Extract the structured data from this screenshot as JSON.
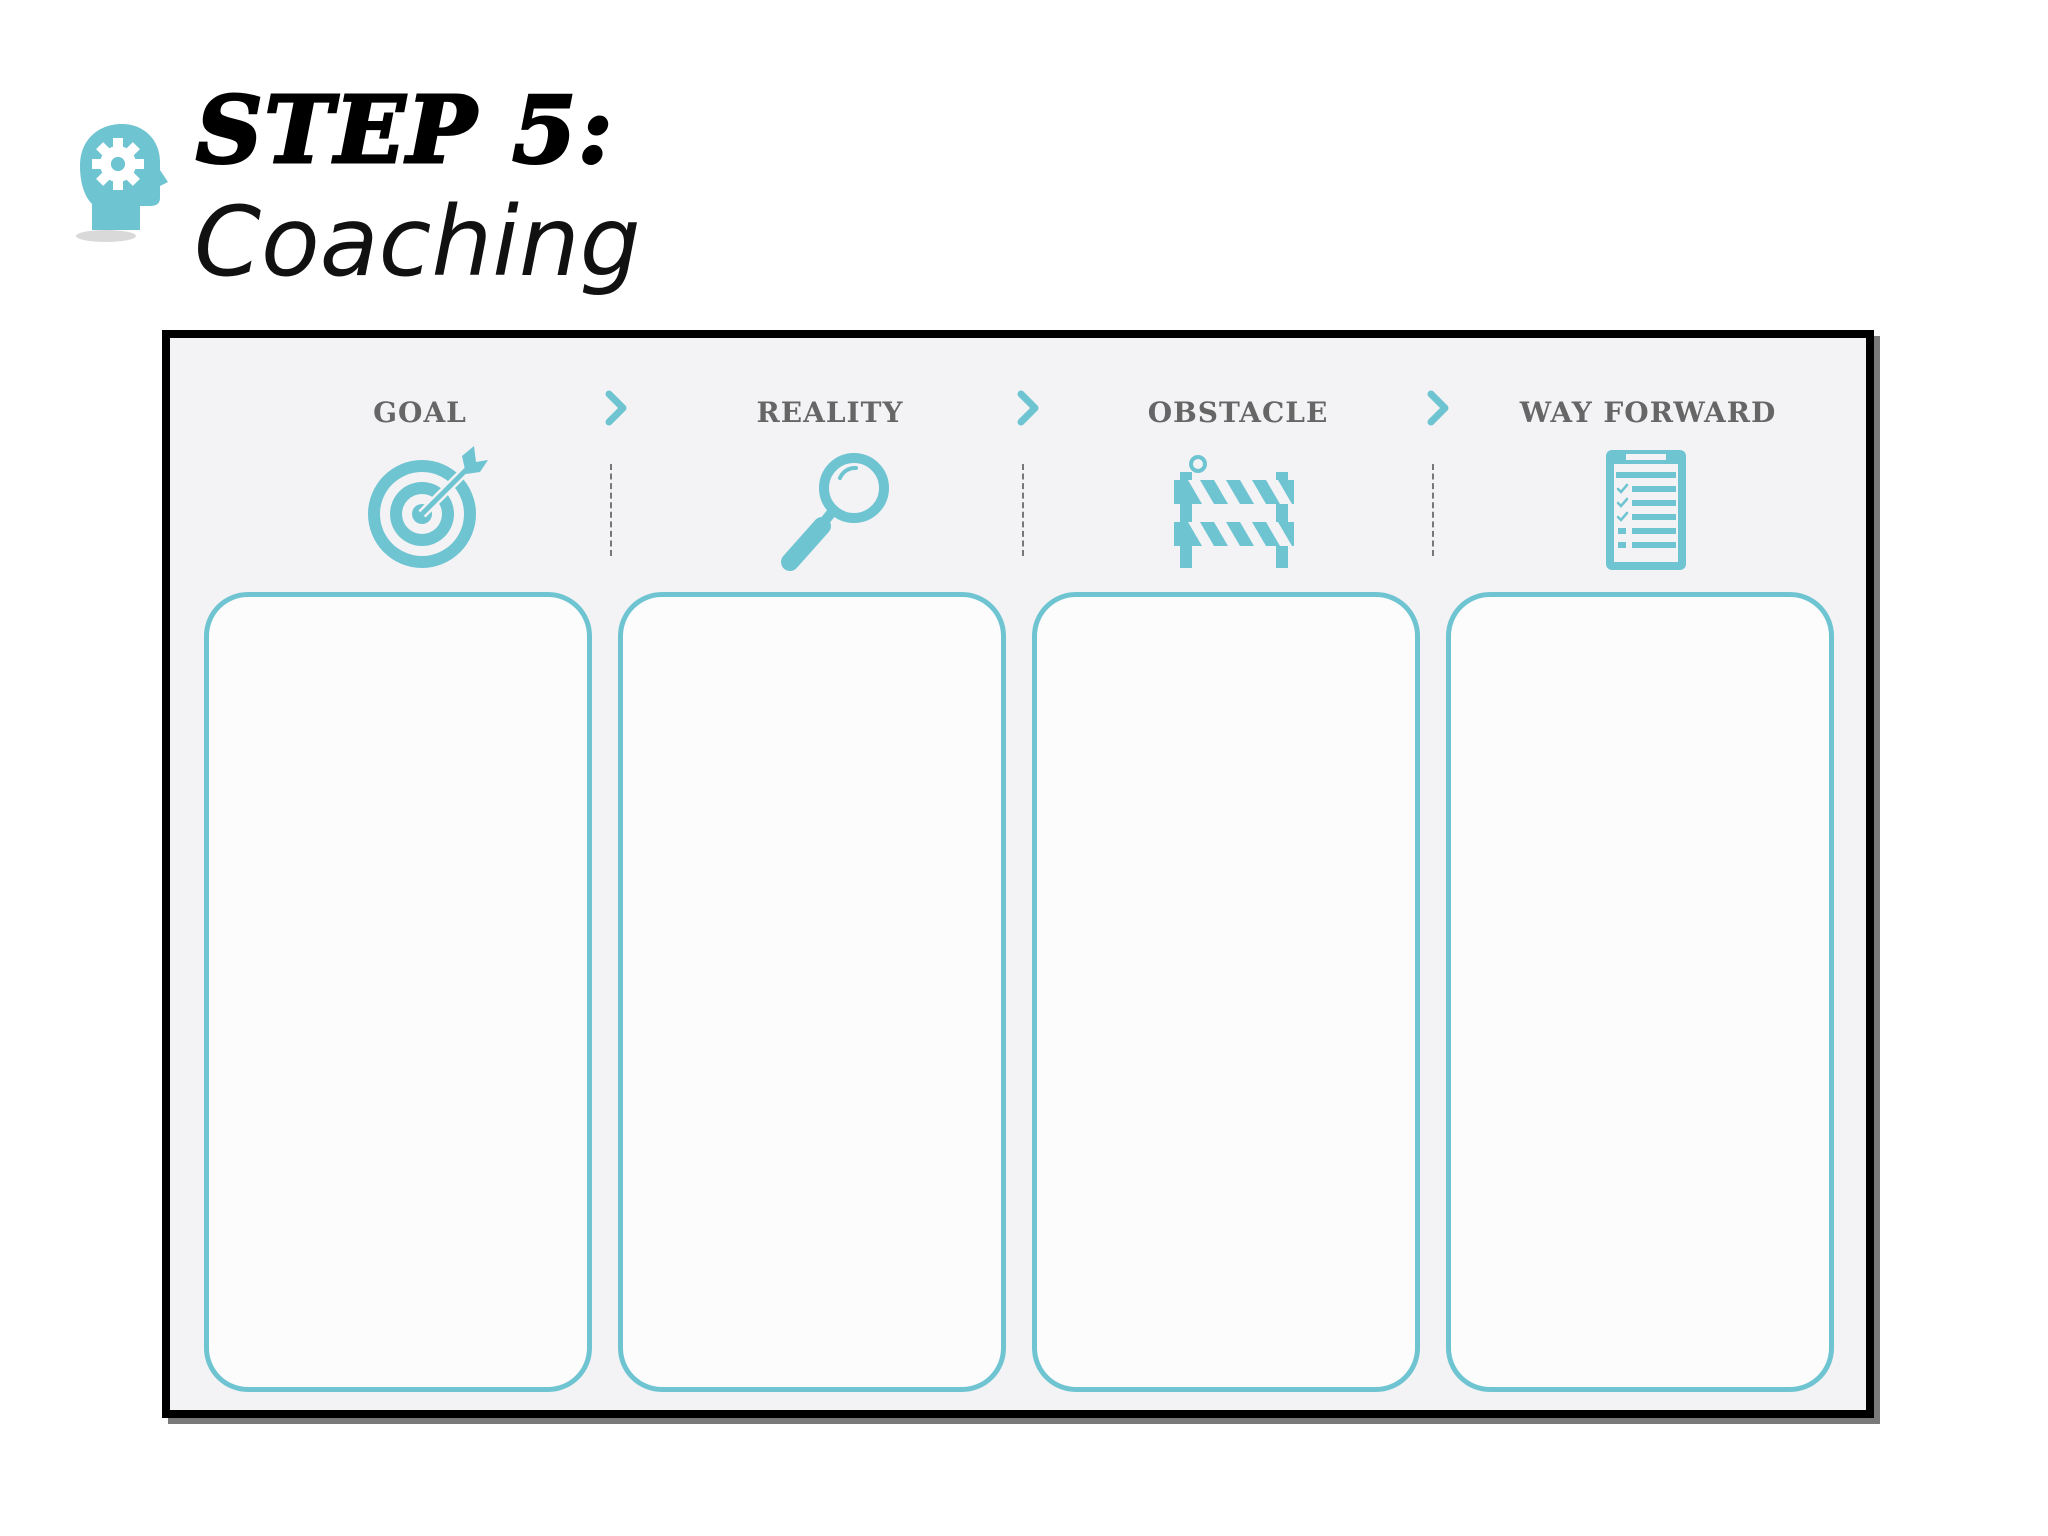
{
  "header": {
    "title": "STEP 5:",
    "subtitle": "Coaching",
    "icon": "head-gear-icon"
  },
  "accent_color": "#6fc4d2",
  "columns": [
    {
      "label": "GOAL",
      "icon": "target-icon"
    },
    {
      "label": "REALITY",
      "icon": "magnifying-glass-icon"
    },
    {
      "label": "OBSTACLE",
      "icon": "barrier-icon"
    },
    {
      "label": "WAY FORWARD",
      "icon": "checklist-icon"
    }
  ]
}
